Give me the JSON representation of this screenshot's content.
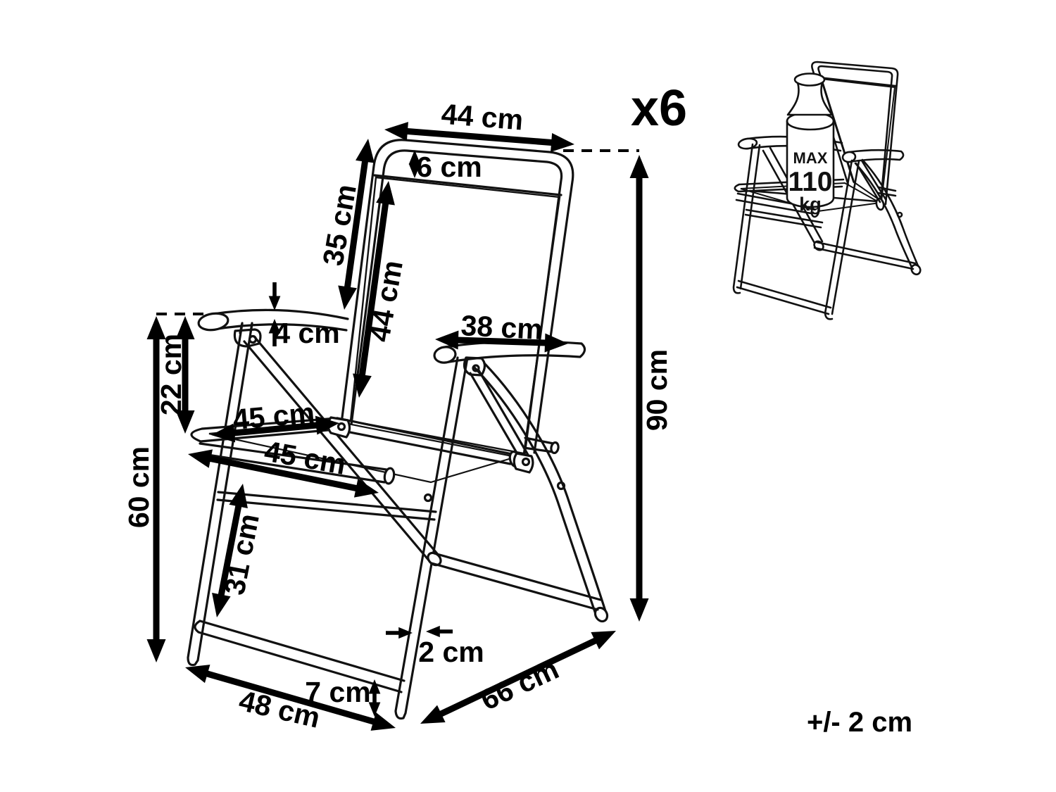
{
  "figure": {
    "quantity": "x6",
    "tolerance": "+/- 2 cm",
    "weight_capacity": {
      "prefix": "MAX",
      "value": "110",
      "unit": "kg"
    }
  },
  "dimensions": {
    "back_width": "44 cm",
    "headrest_bar": "6 cm",
    "backrest_upper": "35 cm",
    "backrest_fabric": "44 cm",
    "armrest_thickness": "4 cm",
    "armrest_to_seat": "22 cm",
    "armrest_height": "60 cm",
    "armrest_length": "38 cm",
    "seat_depth": "45 cm",
    "seat_width": "45 cm",
    "front_leg": "31 cm",
    "total_height": "90 cm",
    "tube_diameter": "2 cm",
    "crossbar_height": "7 cm",
    "base_width": "48 cm",
    "base_depth": "66 cm"
  },
  "colors": {
    "ink": "#000000",
    "line": "#111111",
    "background": "#ffffff"
  }
}
